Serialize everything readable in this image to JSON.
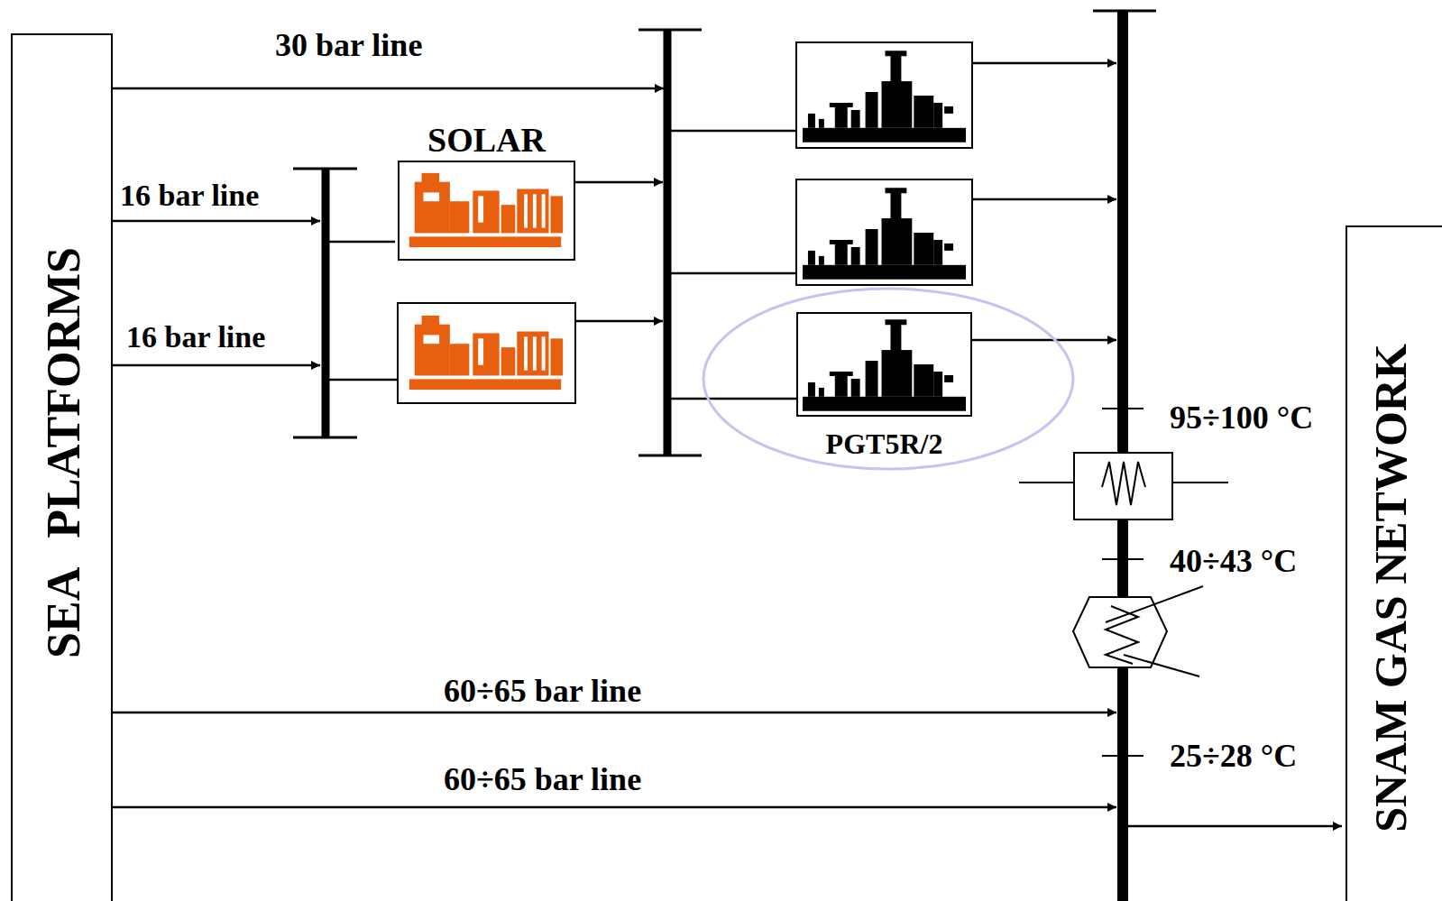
{
  "diagram": {
    "nodes": [
      {
        "text": [
          "SEA PLATFORMS"
        ]
      },
      {
        "text": [
          "SOLAR"
        ]
      },
      {
        "text": [
          "PGT5R/2"
        ]
      },
      {
        "text": [
          "SNAM GAS NETWORK"
        ]
      }
    ],
    "labels": [
      "30 bar line",
      "16 bar line",
      "16 bar line",
      "95÷100 °C",
      "40÷43 °C",
      "60÷65 bar line",
      "25÷28 °C",
      "60÷65 bar line"
    ]
  }
}
